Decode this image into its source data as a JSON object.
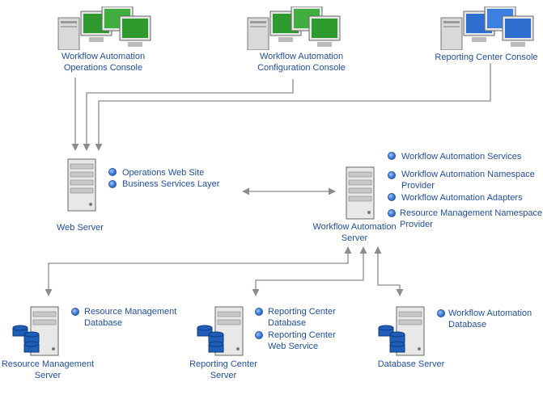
{
  "consoles": {
    "operations": [
      "Workflow Automation",
      "Operations Console"
    ],
    "configuration": [
      "Workflow Automation",
      "Configuration Console"
    ],
    "reporting": [
      "Reporting Center Console"
    ]
  },
  "web_server": {
    "label": "Web Server",
    "items": [
      "Operations Web Site",
      "Business Services Layer"
    ]
  },
  "wa_server": {
    "label": [
      "Workflow Automation",
      "Server"
    ],
    "items": {
      "services": [
        "Workflow Automation Services"
      ],
      "namespace": [
        "Workflow Automation Namespace",
        "Provider"
      ],
      "adapters": [
        "Workflow Automation Adapters"
      ],
      "rm_namespace": [
        "Resource Management Namespace",
        "Provider"
      ]
    }
  },
  "rm_server": {
    "label": [
      "Resource Management",
      "Server"
    ],
    "items": [
      "Resource Management",
      "Database"
    ]
  },
  "rc_server": {
    "label": [
      "Reporting Center",
      "Server"
    ],
    "items": {
      "database": [
        "Reporting Center",
        "Database"
      ],
      "web_service": [
        "Reporting Center",
        "Web Service"
      ]
    }
  },
  "db_server": {
    "label": "Database Server",
    "items": [
      "Workflow Automation",
      "Database"
    ]
  },
  "colors": {
    "label_text": "#1f4e9c",
    "connector": "#8c8c8c",
    "screen_green": "#2e9a2e",
    "screen_blue": "#2f6fd0",
    "database_blue": "#1f5fb8"
  }
}
